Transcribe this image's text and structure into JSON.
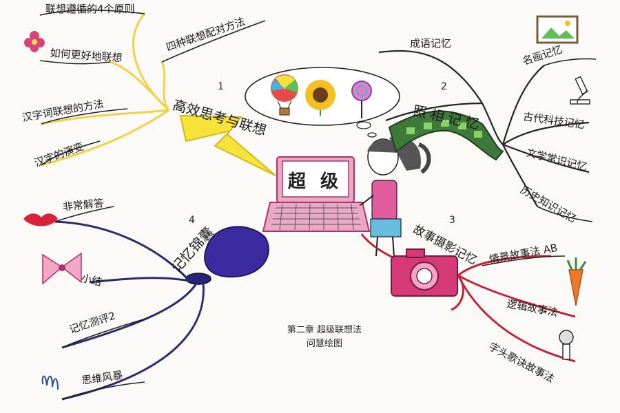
{
  "center": {
    "label": "超 级"
  },
  "caption": {
    "line1": "第二章  超级联想法",
    "line2": "问慧绘图"
  },
  "branches": [
    {
      "number": "1",
      "title": "高效思考与联想",
      "subs": [
        "联想遵循的4个原则",
        "如何更好地联想",
        "四种联想配对方法",
        "汉字词联想的方法",
        "汉字的演变"
      ]
    },
    {
      "number": "2",
      "title": "照相记忆",
      "subs": [
        "成语记忆",
        "名画记忆",
        "古代科技记忆",
        "文学常识记忆",
        "历史知识记忆"
      ]
    },
    {
      "number": "3",
      "title": "故事摄影记忆",
      "subs": [
        "情景故事法 AB",
        "逻辑故事法",
        "字头歌诀故事法"
      ]
    },
    {
      "number": "4",
      "title": "记忆锦囊",
      "subs": [
        "非常解答",
        "小结",
        "记忆测评2",
        "思维风暴"
      ]
    }
  ]
}
